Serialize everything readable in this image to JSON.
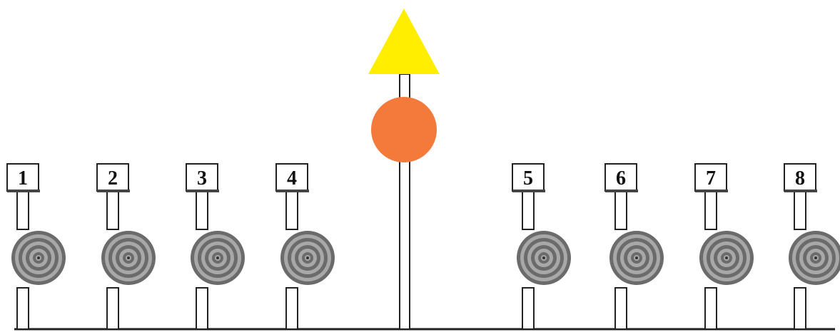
{
  "stations": [
    {
      "label": "1"
    },
    {
      "label": "2"
    },
    {
      "label": "3"
    },
    {
      "label": "4"
    },
    {
      "label": "5"
    },
    {
      "label": "6"
    },
    {
      "label": "7"
    },
    {
      "label": "8"
    }
  ],
  "center_post": {
    "top_marker": "yellow-triangle",
    "middle_marker": "orange-circle"
  },
  "colors": {
    "triangle": "#ffee00",
    "circle": "#f47a3c",
    "target_dark": "#6b6b6b",
    "target_light": "#a8a8a8",
    "line": "#222222"
  }
}
